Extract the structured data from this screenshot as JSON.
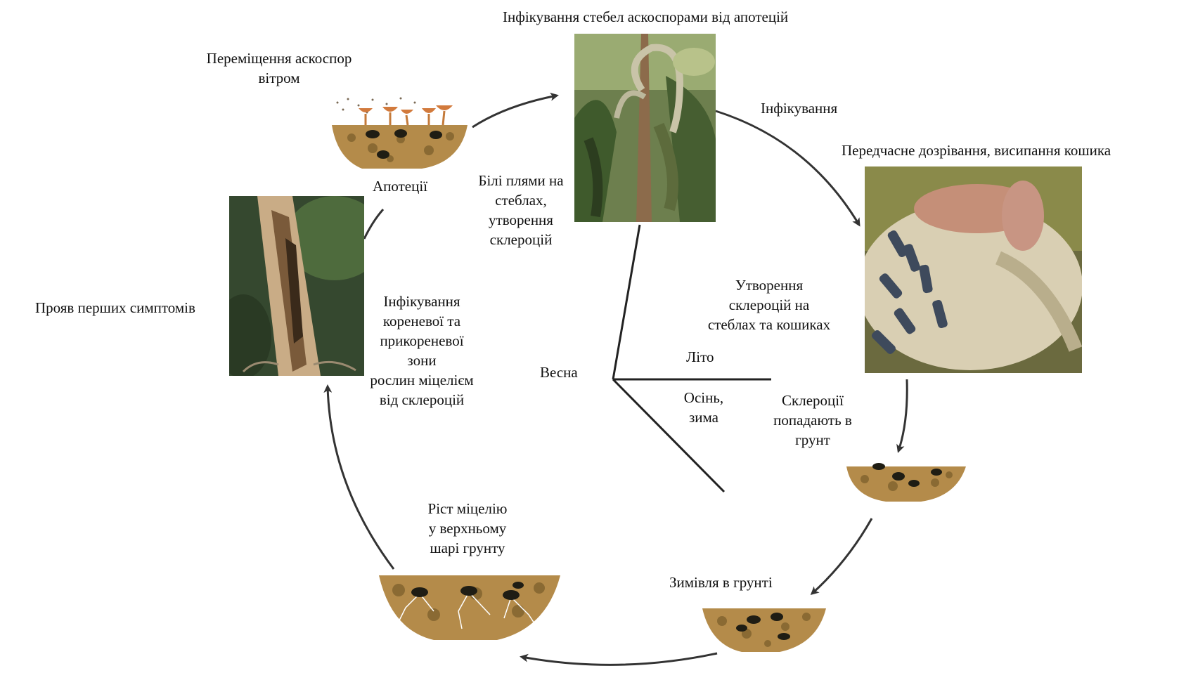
{
  "labels": {
    "top_title": "Інфікування стебел аскоспорами від апотецій",
    "wind": [
      "Переміщення аскоспор",
      "вітром"
    ],
    "apothecia": "Апотеції",
    "white_spots": [
      "Білі плями на",
      "стеблах,",
      "утворення",
      "склероцій"
    ],
    "infection": "Інфікування",
    "premature": "Передчасне дозрівання, висипання кошика",
    "sclerotia_formation": [
      "Утворення",
      "склероцій на",
      "стеблах та кошиках"
    ],
    "summer": "Літо",
    "spring": "Весна",
    "autumn_winter": [
      "Осінь,",
      "зима"
    ],
    "sclerotia_soil": [
      "Склероції",
      "попадають в",
      "грунт"
    ],
    "overwintering": "Зимівля в грунті",
    "mycelium_growth": [
      "Ріст міцелію",
      "у верхньому",
      "шарі грунту"
    ],
    "root_infection": [
      "Інфікування",
      "кореневої та",
      "прикореневої",
      "зони",
      "рослин міцелієм",
      "від склероцій"
    ],
    "first_symptoms": "Прояв перших симптомів"
  },
  "colors": {
    "arrow": "#333333",
    "soil": "#b48b4a",
    "soil_dark": "#6e4b1e",
    "sclerotium": "#1f1d14",
    "apothecium": "#d27a3c",
    "foliage": "#4b6a3a"
  }
}
